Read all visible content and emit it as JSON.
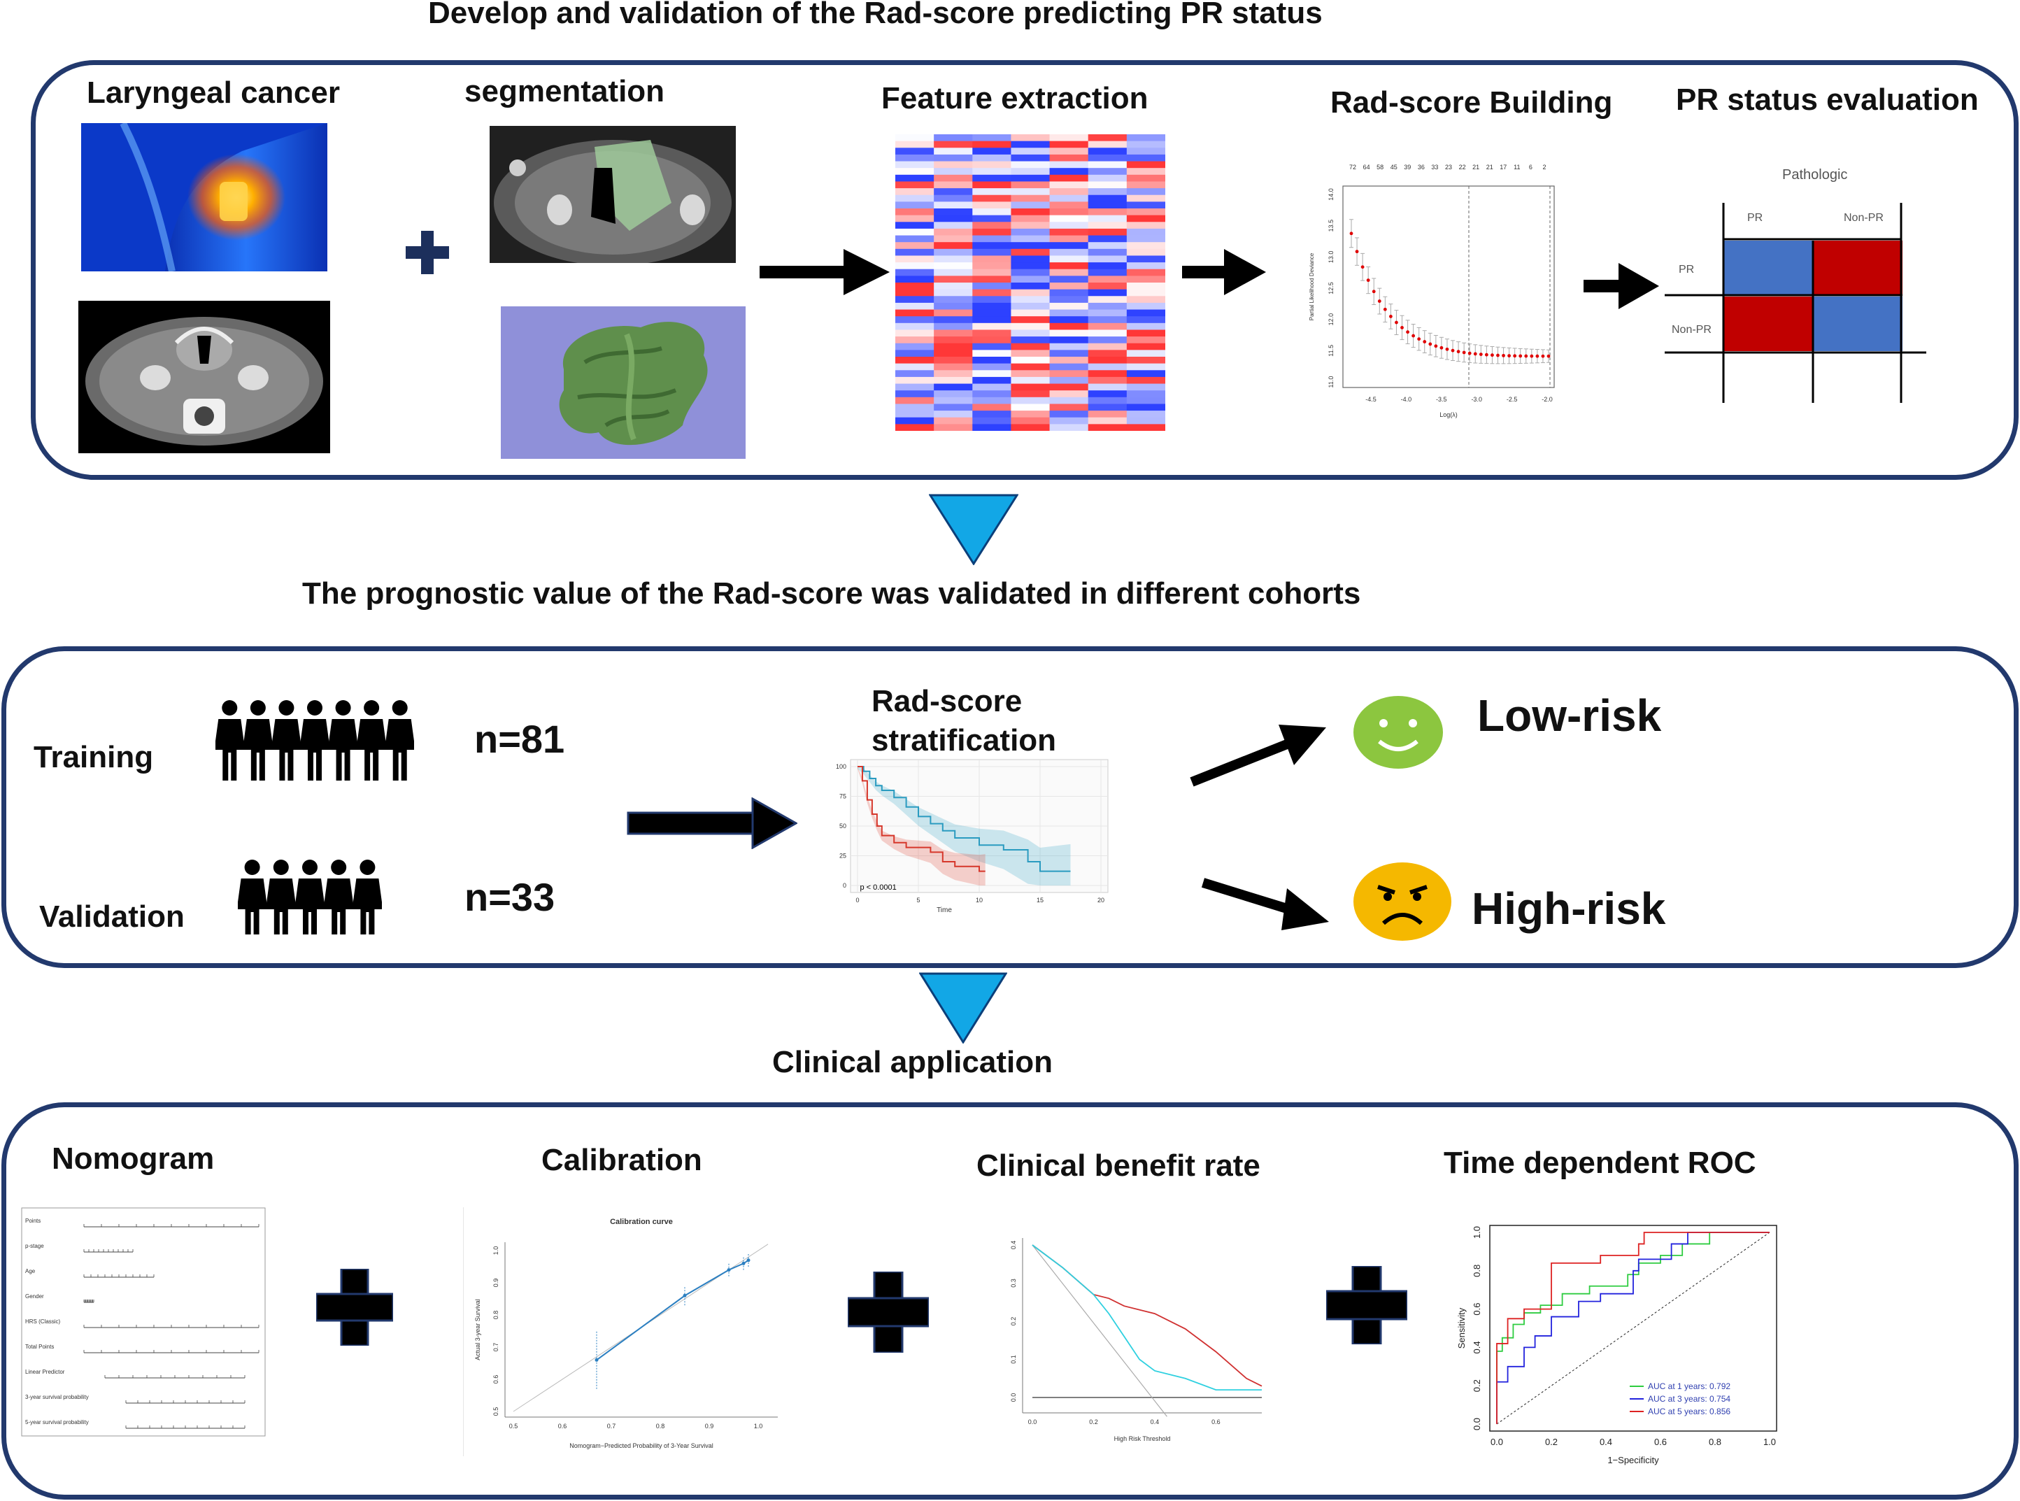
{
  "section1": {
    "title": "Develop and validation of the Rad-score predicting PR status",
    "labels": {
      "laryngeal": "Laryngeal cancer",
      "segmentation": "segmentation",
      "feature": "Feature extraction",
      "radscore": "Rad-score Building",
      "pr_eval": "PR status evaluation"
    },
    "lasso": {
      "top_ticks": [
        "72",
        "64",
        "58",
        "45",
        "39",
        "36",
        "33",
        "23",
        "22",
        "21",
        "21",
        "17",
        "11",
        "6",
        "2"
      ],
      "y_ticks": [
        "11.0",
        "11.5",
        "12.0",
        "12.5",
        "13.0",
        "13.5",
        "14.0"
      ],
      "x_ticks": [
        "-4.5",
        "-4.0",
        "-3.5",
        "-3.0",
        "-2.5",
        "-2.0"
      ],
      "ylabel": "Partial Likelihood Deviance",
      "xlabel": "Log(λ)"
    },
    "matrix": {
      "title": "Pathologic",
      "col1": "PR",
      "col2": "Non-PR",
      "row1": "PR",
      "row2": "Non-PR"
    }
  },
  "section2": {
    "title": "The prognostic value of the Rad-score was validated in different cohorts",
    "training": "Training",
    "training_n": "n=81",
    "validation": "Validation",
    "validation_n": "n=33",
    "strat_line1": "Rad-score",
    "strat_line2": "stratification",
    "km": {
      "y_ticks": [
        "0",
        "25",
        "50",
        "75",
        "100"
      ],
      "x_ticks": [
        "0",
        "5",
        "10",
        "15",
        "20"
      ],
      "xlabel": "Time",
      "pvalue": "p < 0.0001"
    },
    "low_risk": "Low-risk",
    "high_risk": "High-risk"
  },
  "section3": {
    "title": "Clinical application",
    "nomogram": "Nomogram",
    "calibration": "Calibration",
    "benefit": "Clinical benefit rate",
    "roc": "Time dependent ROC",
    "nomo_rows": [
      "Points",
      "p-stage",
      "Age",
      "Gender",
      "HRS (Classic)",
      "Total Points",
      "Linear Predictor",
      "3-year survival probability",
      "5-year survival probability"
    ],
    "calib": {
      "title": "Calibration curve",
      "xlabel": "Nomogram−Predicted Probability of 3-Year Survival",
      "ylabel": "Actual 3-year Survival",
      "x_ticks": [
        "0.5",
        "0.6",
        "0.7",
        "0.8",
        "0.9",
        "1.0"
      ],
      "y_ticks": [
        "0.5",
        "0.6",
        "0.7",
        "0.8",
        "0.9",
        "1.0"
      ]
    },
    "dca": {
      "xlabel": "High Risk Threshold",
      "x_ticks": [
        "0.0",
        "0.2",
        "0.4",
        "0.6"
      ],
      "y_ticks": [
        "0.0",
        "0.1",
        "0.2",
        "0.3",
        "0.4"
      ]
    },
    "roc_plot": {
      "xlabel": "1−Specificity",
      "ylabel": "Sensitivity",
      "ticks": [
        "0.0",
        "0.2",
        "0.4",
        "0.6",
        "0.8",
        "1.0"
      ],
      "legend": [
        "AUC at 1 years: 0.792",
        "AUC at 3 years: 0.754",
        "AUC at 5 years: 0.856"
      ]
    }
  },
  "colors": {
    "panel_border": "#22396d",
    "down_arrow": "#12a7e6",
    "matrix_blue": "#4472c4",
    "matrix_red": "#c00000",
    "smiley_green": "#8cc63f",
    "smiley_orange": "#f5b800"
  }
}
